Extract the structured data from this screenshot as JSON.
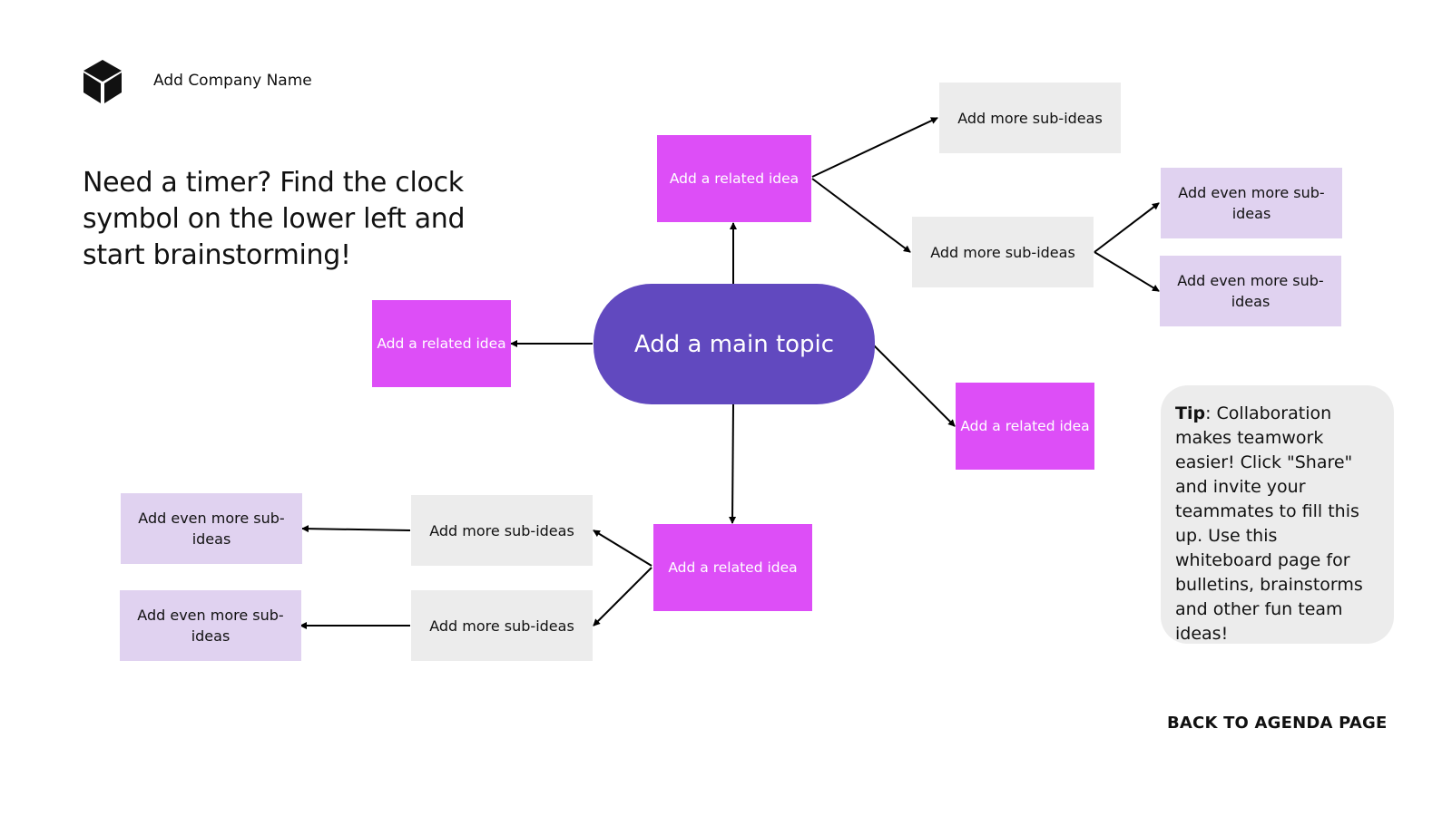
{
  "brand": {
    "company_name": "Add Company Name",
    "logo_icon": "cube-icon"
  },
  "timer_note": "Need a timer? Find the clock symbol on the lower left and start brainstorming!",
  "mindmap": {
    "main_topic": "Add a main topic",
    "related_ideas": {
      "top": "Add a related idea",
      "left": "Add a related idea",
      "right": "Add a related idea",
      "bottom": "Add a related idea"
    },
    "sub_ideas": {
      "top_upper": "Add more sub-ideas",
      "top_lower": "Add more sub-ideas",
      "bottom_upper": "Add more sub-ideas",
      "bottom_lower": "Add more sub-ideas"
    },
    "sub_sub_ideas": {
      "right_upper": "Add even more sub-ideas",
      "right_lower": "Add even more sub-ideas",
      "left_upper": "Add even more sub-ideas",
      "left_lower": "Add even more sub-ideas"
    }
  },
  "tip": {
    "label": "Tip",
    "text": ": Collaboration makes teamwork easier! Click \"Share\" and invite your teammates to fill this up. Use this whiteboard page for bulletins, brainstorms and other fun team ideas!"
  },
  "nav": {
    "back_link": "BACK TO AGENDA PAGE"
  },
  "colors": {
    "main_topic": "#6149bf",
    "related_idea": "#dd4ef7",
    "sub_idea": "#ececec",
    "sub_sub_idea": "#e0d2f0",
    "connector": "#000000"
  }
}
